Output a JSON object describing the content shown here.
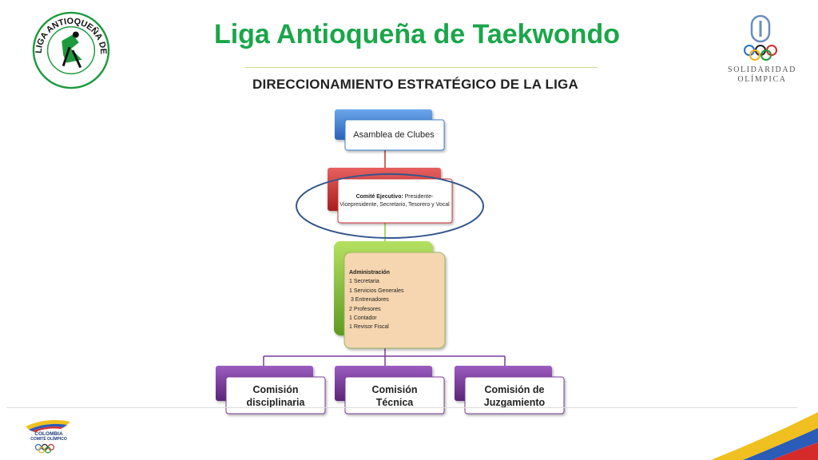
{
  "header": {
    "title": "Liga Antioqueña de Taekwondo",
    "subtitle": "DIRECCIONAMIENTO ESTRATÉGICO DE LA LIGA"
  },
  "logos": {
    "left": {
      "text_top": "LIGA ANTIOQUEÑA DE TAEKWONDO"
    },
    "right": {
      "line1": "SOLIDARIDAD",
      "line2": "OLÍMPICA"
    },
    "bottom_left": {
      "line1": "COLOMBIA",
      "line2": "COMITÉ OLÍMPICO"
    }
  },
  "org_chart": {
    "asamblea": "Asamblea de Clubes",
    "comite_label": "Comité Ejecutivo:",
    "comite_text": " Presidente-Vicepresidente, Secretario, Tesorero y Vocal",
    "administracion": {
      "heading": "Administración",
      "items": [
        "1 Secretaria",
        "1 Servicios Generales",
        " 3 Entrenadores",
        "2 Profesores",
        "1 Contador",
        "1 Revisor Fiscal"
      ]
    },
    "comisiones": [
      {
        "line1": "Comisión",
        "line2": "disciplinaria"
      },
      {
        "line1": "Comisión",
        "line2": "Técnica"
      },
      {
        "line1": "Comisión de",
        "line2": "Juzgamiento"
      }
    ]
  },
  "colors": {
    "title": "#1aa64a",
    "blue": "#3b7fd0",
    "red": "#d03232",
    "green": "#8cc83c",
    "purple": "#7a3c9a",
    "admin_fill": "#f5d6b0",
    "highlight_ellipse": "#34578c"
  }
}
